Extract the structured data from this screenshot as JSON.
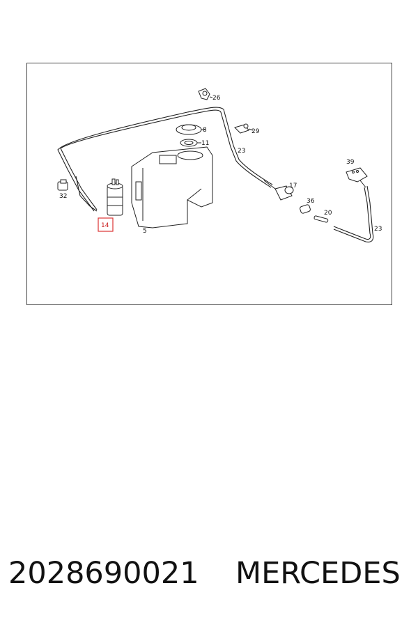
{
  "diagram": {
    "labels": {
      "p26": "26",
      "p8": "8",
      "p29": "29",
      "p11": "11",
      "p23a": "23",
      "p39": "39",
      "p32": "32",
      "p17": "17",
      "p36": "36",
      "p20": "20",
      "p23b": "23",
      "p14": "14",
      "p5": "5"
    },
    "highlighted_part": "14",
    "highlight_color": "#d33333"
  },
  "footer": {
    "part_number": "2028690021",
    "brand": "MERCEDES"
  }
}
